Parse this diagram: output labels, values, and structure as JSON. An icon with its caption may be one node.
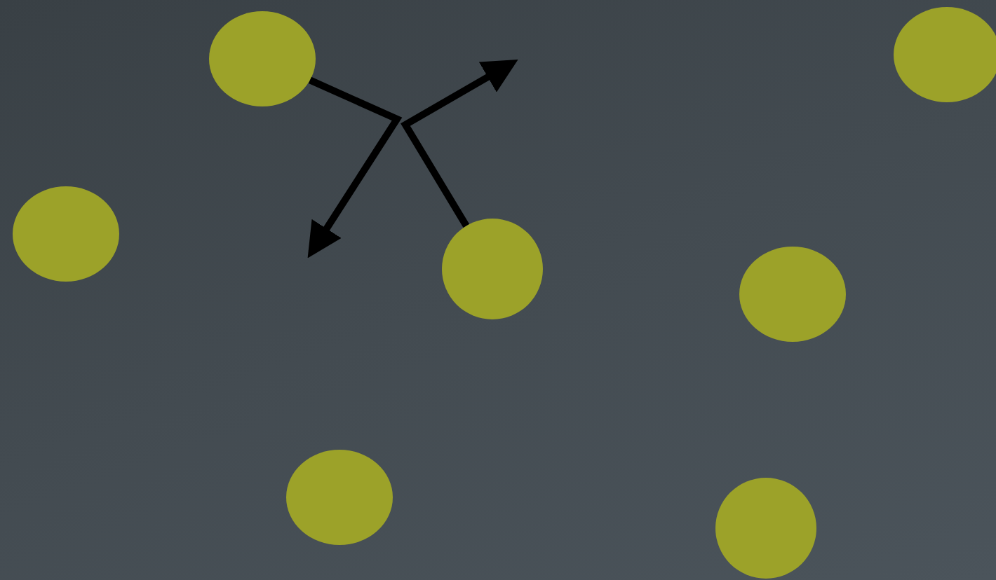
{
  "diagram": {
    "nodes": [
      {
        "text": [],
        "shape": "circle"
      },
      {
        "text": [],
        "shape": "circle"
      },
      {
        "text": [],
        "shape": "circle"
      },
      {
        "text": [],
        "shape": "circle"
      },
      {
        "text": [],
        "shape": "circle"
      },
      {
        "text": [],
        "shape": "circle"
      },
      {
        "text": [],
        "shape": "circle"
      }
    ],
    "edges": [
      {
        "from": 1,
        "to": null,
        "arrow": "to"
      },
      {
        "from": 3,
        "to": null,
        "arrow": "to"
      }
    ]
  }
}
